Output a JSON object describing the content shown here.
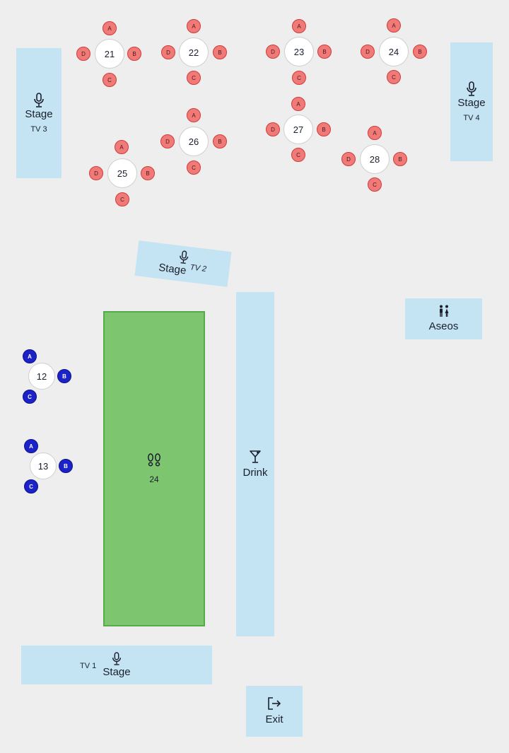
{
  "stages": {
    "tv3": {
      "label": "Stage",
      "tv": "TV 3"
    },
    "tv4": {
      "label": "Stage",
      "tv": "TV 4"
    },
    "tv2": {
      "label": "Stage",
      "tv": "TV 2"
    },
    "tv1": {
      "label": "Stage",
      "tv": "TV 1"
    }
  },
  "drink": {
    "label": "Drink"
  },
  "aseos": {
    "label": "Aseos"
  },
  "exit": {
    "label": "Exit"
  },
  "dance_floor": {
    "count": "24"
  },
  "seat_labels": {
    "a": "A",
    "b": "B",
    "c": "C",
    "d": "D"
  },
  "tables": {
    "t21": "21",
    "t22": "22",
    "t23": "23",
    "t24": "24",
    "t25": "25",
    "t26": "26",
    "t27": "27",
    "t28": "28",
    "t12": "12",
    "t13": "13"
  },
  "colors": {
    "zone": "#c4e4f3",
    "seat_red": "#f07a78",
    "seat_blue": "#1a22c8",
    "dance_floor": "#7dc66f",
    "background": "#eeeeee"
  }
}
